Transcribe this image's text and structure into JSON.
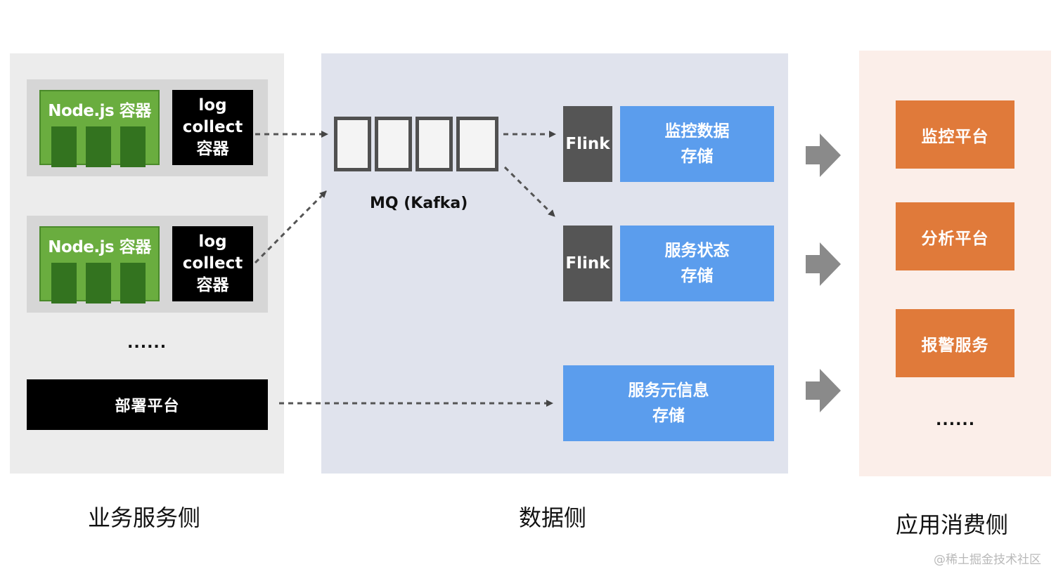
{
  "business": {
    "node_label": "Node.js 容器",
    "log_lines": [
      "log",
      "collect",
      "容器"
    ],
    "ellipsis": "......",
    "deploy_label": "部署平台"
  },
  "data": {
    "mq_label": "MQ (Kafka)",
    "flink_label": "Flink",
    "stores": [
      [
        "监控数据",
        "存储"
      ],
      [
        "服务状态",
        "存储"
      ],
      [
        "服务元信息",
        "存储"
      ]
    ]
  },
  "consumers": {
    "apps": [
      "监控平台",
      "分析平台",
      "报警服务"
    ],
    "ellipsis": "......"
  },
  "sections": {
    "business": "业务服务侧",
    "data": "数据侧",
    "consumer": "应用消费侧"
  },
  "watermark": "@稀土掘金技术社区",
  "colors": {
    "node_green": "#6aad3f",
    "node_dark_green": "#33731f",
    "flink_gray": "#555555",
    "store_blue": "#5b9ded",
    "app_orange": "#e07a3a",
    "arrow_gray": "#8a8a8a"
  }
}
